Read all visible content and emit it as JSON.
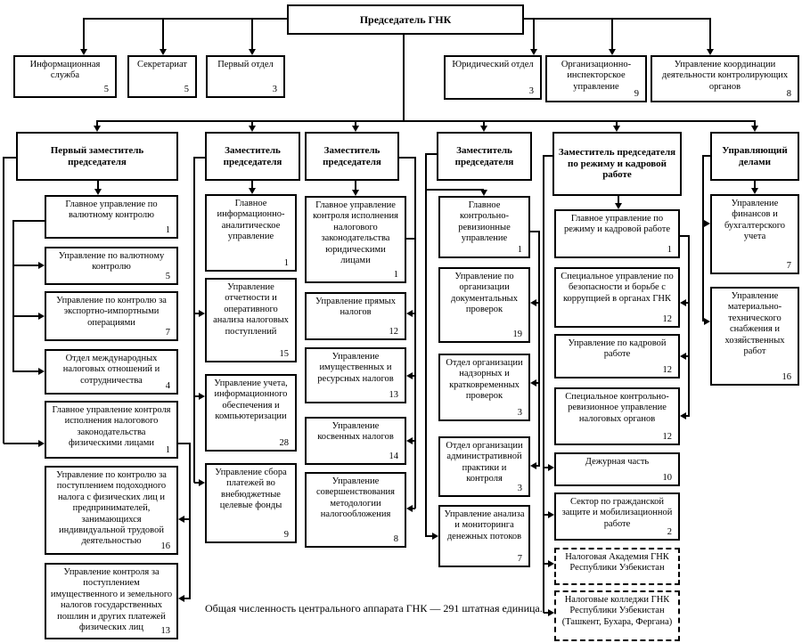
{
  "chairman": {
    "label": "Председатель ГНК"
  },
  "top_row": [
    {
      "label": "Информационная служба",
      "count": "5"
    },
    {
      "label": "Секретариат",
      "count": "5"
    },
    {
      "label": "Первый отдел",
      "count": "3"
    },
    {
      "label": "Юридический отдел",
      "count": "3"
    },
    {
      "label": "Организационно-инспекторское управление",
      "count": "9"
    },
    {
      "label": "Управление координации деятельности контролирующих органов",
      "count": "8"
    }
  ],
  "deputies": [
    {
      "title": "Первый заместитель председателя"
    },
    {
      "title": "Заместитель председателя"
    },
    {
      "title": "Заместитель председателя"
    },
    {
      "title": "Заместитель председателя"
    },
    {
      "title": "Заместитель председателя по режиму и кадровой работе"
    },
    {
      "title": "Управляющий делами"
    }
  ],
  "columns": {
    "c1": [
      {
        "label": "Главное управление по валютному контролю",
        "count": "1"
      },
      {
        "label": "Управление по валютному контролю",
        "count": "5"
      },
      {
        "label": "Управление по контролю за экспортно-импортными операциями",
        "count": "7"
      },
      {
        "label": "Отдел международных налоговых отношений и сотрудничества",
        "count": "4"
      },
      {
        "label": "Главное управление контроля исполнения налогового законодательства физическими лицами",
        "count": "1"
      },
      {
        "label": "Управление по контролю за поступлением подоходного налога с физических лиц и предпринимателей, занимающихся индивидуальной трудовой деятельностью",
        "count": "16"
      },
      {
        "label": "Управление контроля за поступлением имущественного и земельного налогов государственных пошлин и других платежей физических лиц",
        "count": "13"
      }
    ],
    "c2": [
      {
        "label": "Главное информационно-аналитическое управление",
        "count": "1"
      },
      {
        "label": "Управление отчетности и оперативного анализа налоговых поступлений",
        "count": "15"
      },
      {
        "label": "Управление учета, информационного обеспечения и компьютеризации",
        "count": "28"
      },
      {
        "label": "Управление сбора платежей во внебюджетные целевые фонды",
        "count": "9"
      }
    ],
    "c3": [
      {
        "label": "Главное управление контроля исполнения налогового законодательства юридическими лицами",
        "count": "1"
      },
      {
        "label": "Управление прямых налогов",
        "count": "12"
      },
      {
        "label": "Управление имущественных и ресурсных налогов",
        "count": "13"
      },
      {
        "label": "Управление косвенных налогов",
        "count": "14"
      },
      {
        "label": "Управление совершенствования методологии налогообложения",
        "count": "8"
      }
    ],
    "c4": [
      {
        "label": "Главное контрольно-ревизионные управление",
        "count": "1"
      },
      {
        "label": "Управление по организации документальных проверок",
        "count": "19"
      },
      {
        "label": "Отдел организации надзорных и кратковременных проверок",
        "count": "3"
      },
      {
        "label": "Отдел организации административной практики и контроля",
        "count": "3"
      },
      {
        "label": "Управление анализа и мониторинга денежных потоков",
        "count": "7"
      }
    ],
    "c5": [
      {
        "label": "Главное управление по режиму и кадровой работе",
        "count": "1"
      },
      {
        "label": "Специальное управление по безопасности и борьбе с коррупцией в органах ГНК",
        "count": "12"
      },
      {
        "label": "Управление по кадровой работе",
        "count": "12"
      },
      {
        "label": "Специальное контрольно-ревизионное управление налоговых органов",
        "count": "12"
      },
      {
        "label": "Дежурная часть",
        "count": "10"
      },
      {
        "label": "Сектор по гражданской защите и мобилизационной работе",
        "count": "2"
      },
      {
        "label": "Налоговая Академия ГНК Республики Узбекистан"
      },
      {
        "label": "Налоговые колледжи ГНК Республики Узбекистан (Ташкент, Бухара, Фергана)"
      }
    ],
    "c6": [
      {
        "label": "Управление финансов и бухгалтерского учета",
        "count": "7"
      },
      {
        "label": "Управление материально-технического снабжения и хозяйственных работ",
        "count": "16"
      }
    ]
  },
  "footnote": "Общая численность центрального аппарата ГНК — 291 штатная единица."
}
